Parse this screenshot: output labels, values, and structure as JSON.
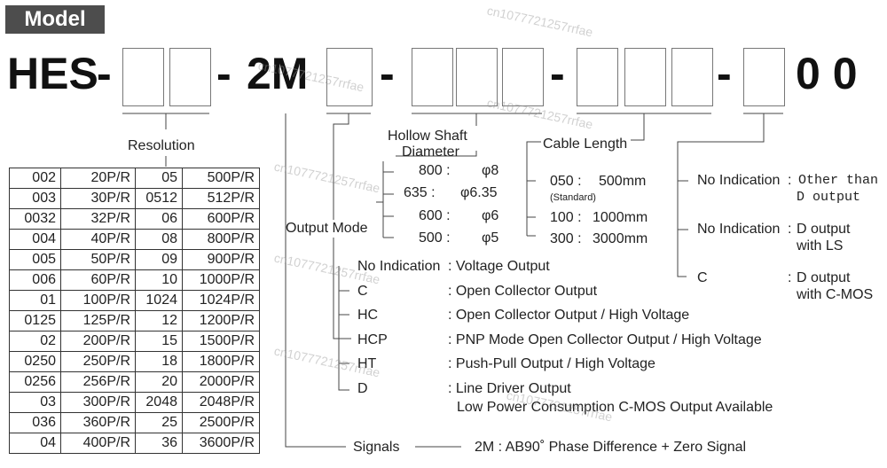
{
  "badge": "Model",
  "code": {
    "prefix": "HES",
    "dash": "-",
    "signal": "2M",
    "suffix": "0 0"
  },
  "resolution": {
    "label": "Resolution",
    "rows": [
      [
        "002",
        "20P/R",
        "05",
        "500P/R"
      ],
      [
        "003",
        "30P/R",
        "0512",
        "512P/R"
      ],
      [
        "0032",
        "32P/R",
        "06",
        "600P/R"
      ],
      [
        "004",
        "40P/R",
        "08",
        "800P/R"
      ],
      [
        "005",
        "50P/R",
        "09",
        "900P/R"
      ],
      [
        "006",
        "60P/R",
        "10",
        "1000P/R"
      ],
      [
        "01",
        "100P/R",
        "1024",
        "1024P/R"
      ],
      [
        "0125",
        "125P/R",
        "12",
        "1200P/R"
      ],
      [
        "02",
        "200P/R",
        "15",
        "1500P/R"
      ],
      [
        "0250",
        "250P/R",
        "18",
        "1800P/R"
      ],
      [
        "0256",
        "256P/R",
        "20",
        "2000P/R"
      ],
      [
        "03",
        "300P/R",
        "2048",
        "2048P/R"
      ],
      [
        "036",
        "360P/R",
        "25",
        "2500P/R"
      ],
      [
        "04",
        "400P/R",
        "36",
        "3600P/R"
      ]
    ]
  },
  "hollow_shaft": {
    "title1": "Hollow Shaft",
    "title2": "Diameter",
    "items": [
      {
        "code": "800 :",
        "value": "φ8"
      },
      {
        "code": "635 :",
        "value": "φ6.35"
      },
      {
        "code": "600 :",
        "value": "φ6"
      },
      {
        "code": "500 :",
        "value": "φ5"
      }
    ]
  },
  "cable_length": {
    "title": "Cable Length",
    "items": [
      {
        "code": "050 :",
        "value": "500mm",
        "note": "(Standard)"
      },
      {
        "code": "100 :",
        "value": "1000mm",
        "note": ""
      },
      {
        "code": "300 :",
        "value": "3000mm",
        "note": ""
      }
    ]
  },
  "option": {
    "items": [
      {
        "code": "No Indication",
        "sep": ":",
        "line1": "Other than",
        "line2": "D output"
      },
      {
        "code": "No Indication",
        "sep": ":",
        "line1": "D output",
        "line2": "with LS"
      },
      {
        "code": "C",
        "sep": ":",
        "line1": "D output",
        "line2": "with C-MOS"
      }
    ]
  },
  "output_mode": {
    "title": "Output Mode",
    "items": [
      {
        "code": "No Indication",
        "desc": ": Voltage Output"
      },
      {
        "code": "C",
        "desc": ": Open Collector Output"
      },
      {
        "code": "HC",
        "desc": ": Open Collector Output / High Voltage"
      },
      {
        "code": "HCP",
        "desc": ": PNP Mode Open Collector Output / High Voltage"
      },
      {
        "code": "HT",
        "desc": ": Push-Pull Output / High Voltage"
      },
      {
        "code": "D",
        "desc": ": Line Driver Output"
      }
    ],
    "extra": "Low Power Consumption C-MOS Output Available"
  },
  "signals": {
    "label": "Signals",
    "desc": "2M : AB90˚ Phase Difference + Zero Signal"
  },
  "watermark": "cn1077721257rrfae"
}
